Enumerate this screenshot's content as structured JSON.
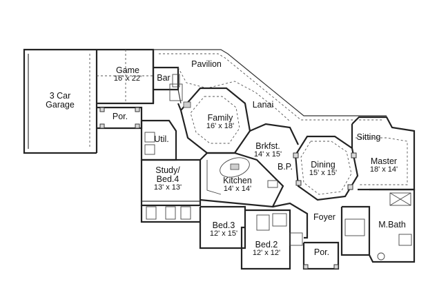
{
  "rooms": {
    "garage": {
      "name_line1": "3 Car",
      "name_line2": "Garage"
    },
    "game": {
      "name": "Game",
      "dims": "16' x 22'"
    },
    "bar": {
      "name": "Bar"
    },
    "pavilion": {
      "name": "Pavilion"
    },
    "lanai": {
      "name": "Lanai"
    },
    "por_top": {
      "name": "Por."
    },
    "family": {
      "name": "Family",
      "dims": "16' x 18'"
    },
    "util": {
      "name": "Util."
    },
    "brkfst": {
      "name": "Brkfst.",
      "dims": "14' x 15'"
    },
    "sitting": {
      "name": "Sitting"
    },
    "master": {
      "name": "Master",
      "dims": "18' x 14'"
    },
    "study": {
      "name_line1": "Study/",
      "name_line2": "Bed.4",
      "dims": "13' x 13'"
    },
    "bp": {
      "name": "B.P."
    },
    "dining": {
      "name": "Dining",
      "dims": "15' x 15'"
    },
    "kitchen": {
      "name": "Kitchen",
      "dims": "14' x 14'"
    },
    "foyer": {
      "name": "Foyer"
    },
    "mbath": {
      "name": "M.Bath"
    },
    "bed3": {
      "name": "Bed.3",
      "dims": "12' x 15'"
    },
    "bed2": {
      "name": "Bed.2",
      "dims": "12' x 12'"
    },
    "por_bottom": {
      "name": "Por."
    }
  }
}
